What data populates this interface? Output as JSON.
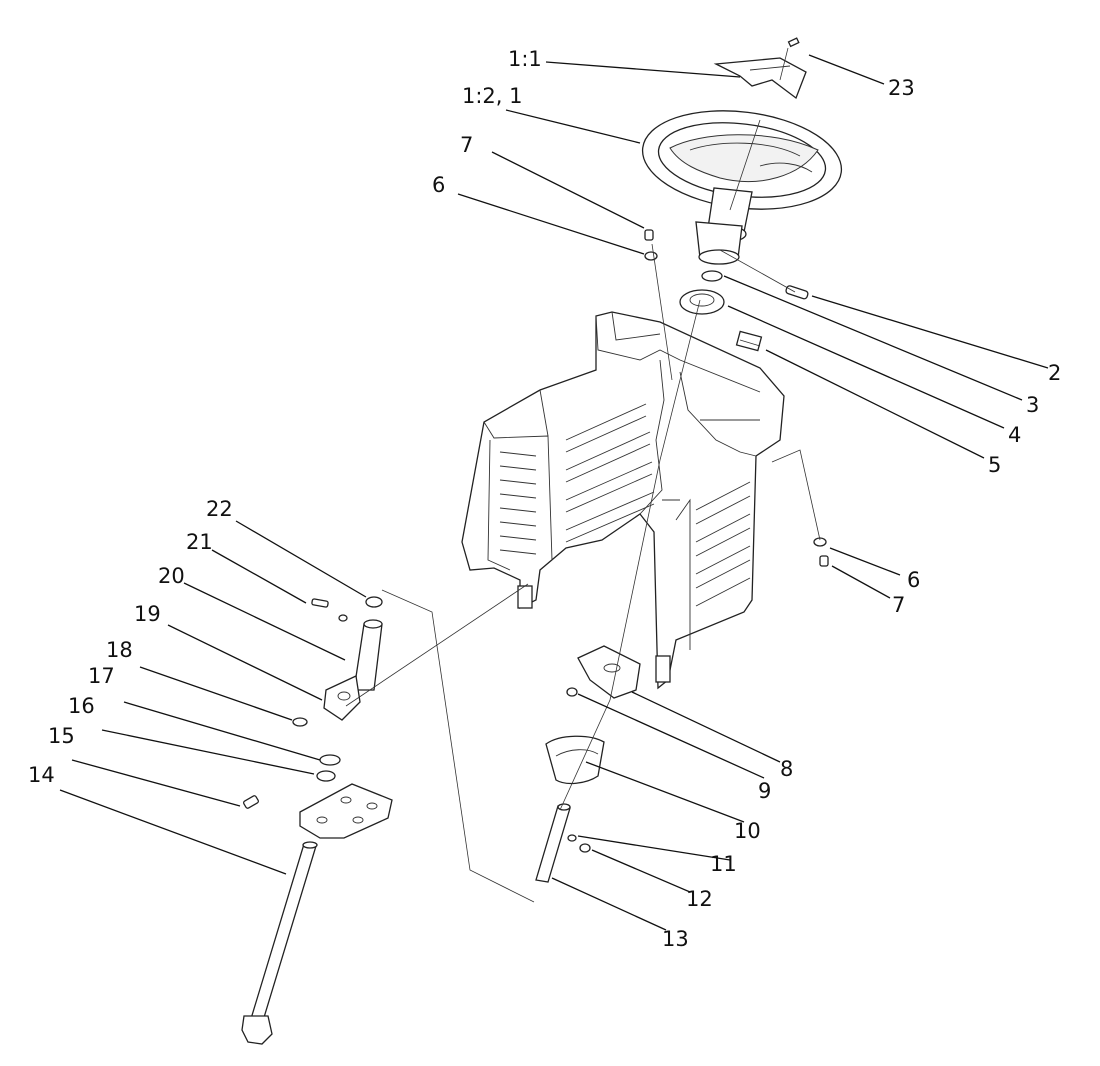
{
  "callouts": {
    "c_1_1": "1:1",
    "c_1_2_1": "1:2, 1",
    "c2": "2",
    "c3": "3",
    "c4": "4",
    "c5": "5",
    "c6_top": "6",
    "c7_top": "7",
    "c6_right": "6",
    "c7_right": "7",
    "c8": "8",
    "c9": "9",
    "c10": "10",
    "c11": "11",
    "c12": "12",
    "c13": "13",
    "c14": "14",
    "c15": "15",
    "c16": "16",
    "c17": "17",
    "c18": "18",
    "c19": "19",
    "c20": "20",
    "c21": "21",
    "c22": "22",
    "c23": "23"
  }
}
